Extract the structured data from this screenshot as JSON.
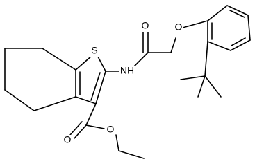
{
  "atoms": {
    "S": "S",
    "O_amide": "O",
    "O_ether": "O",
    "NH": "NH",
    "O_ester_carbonyl": "O",
    "O_ester": "O"
  }
}
